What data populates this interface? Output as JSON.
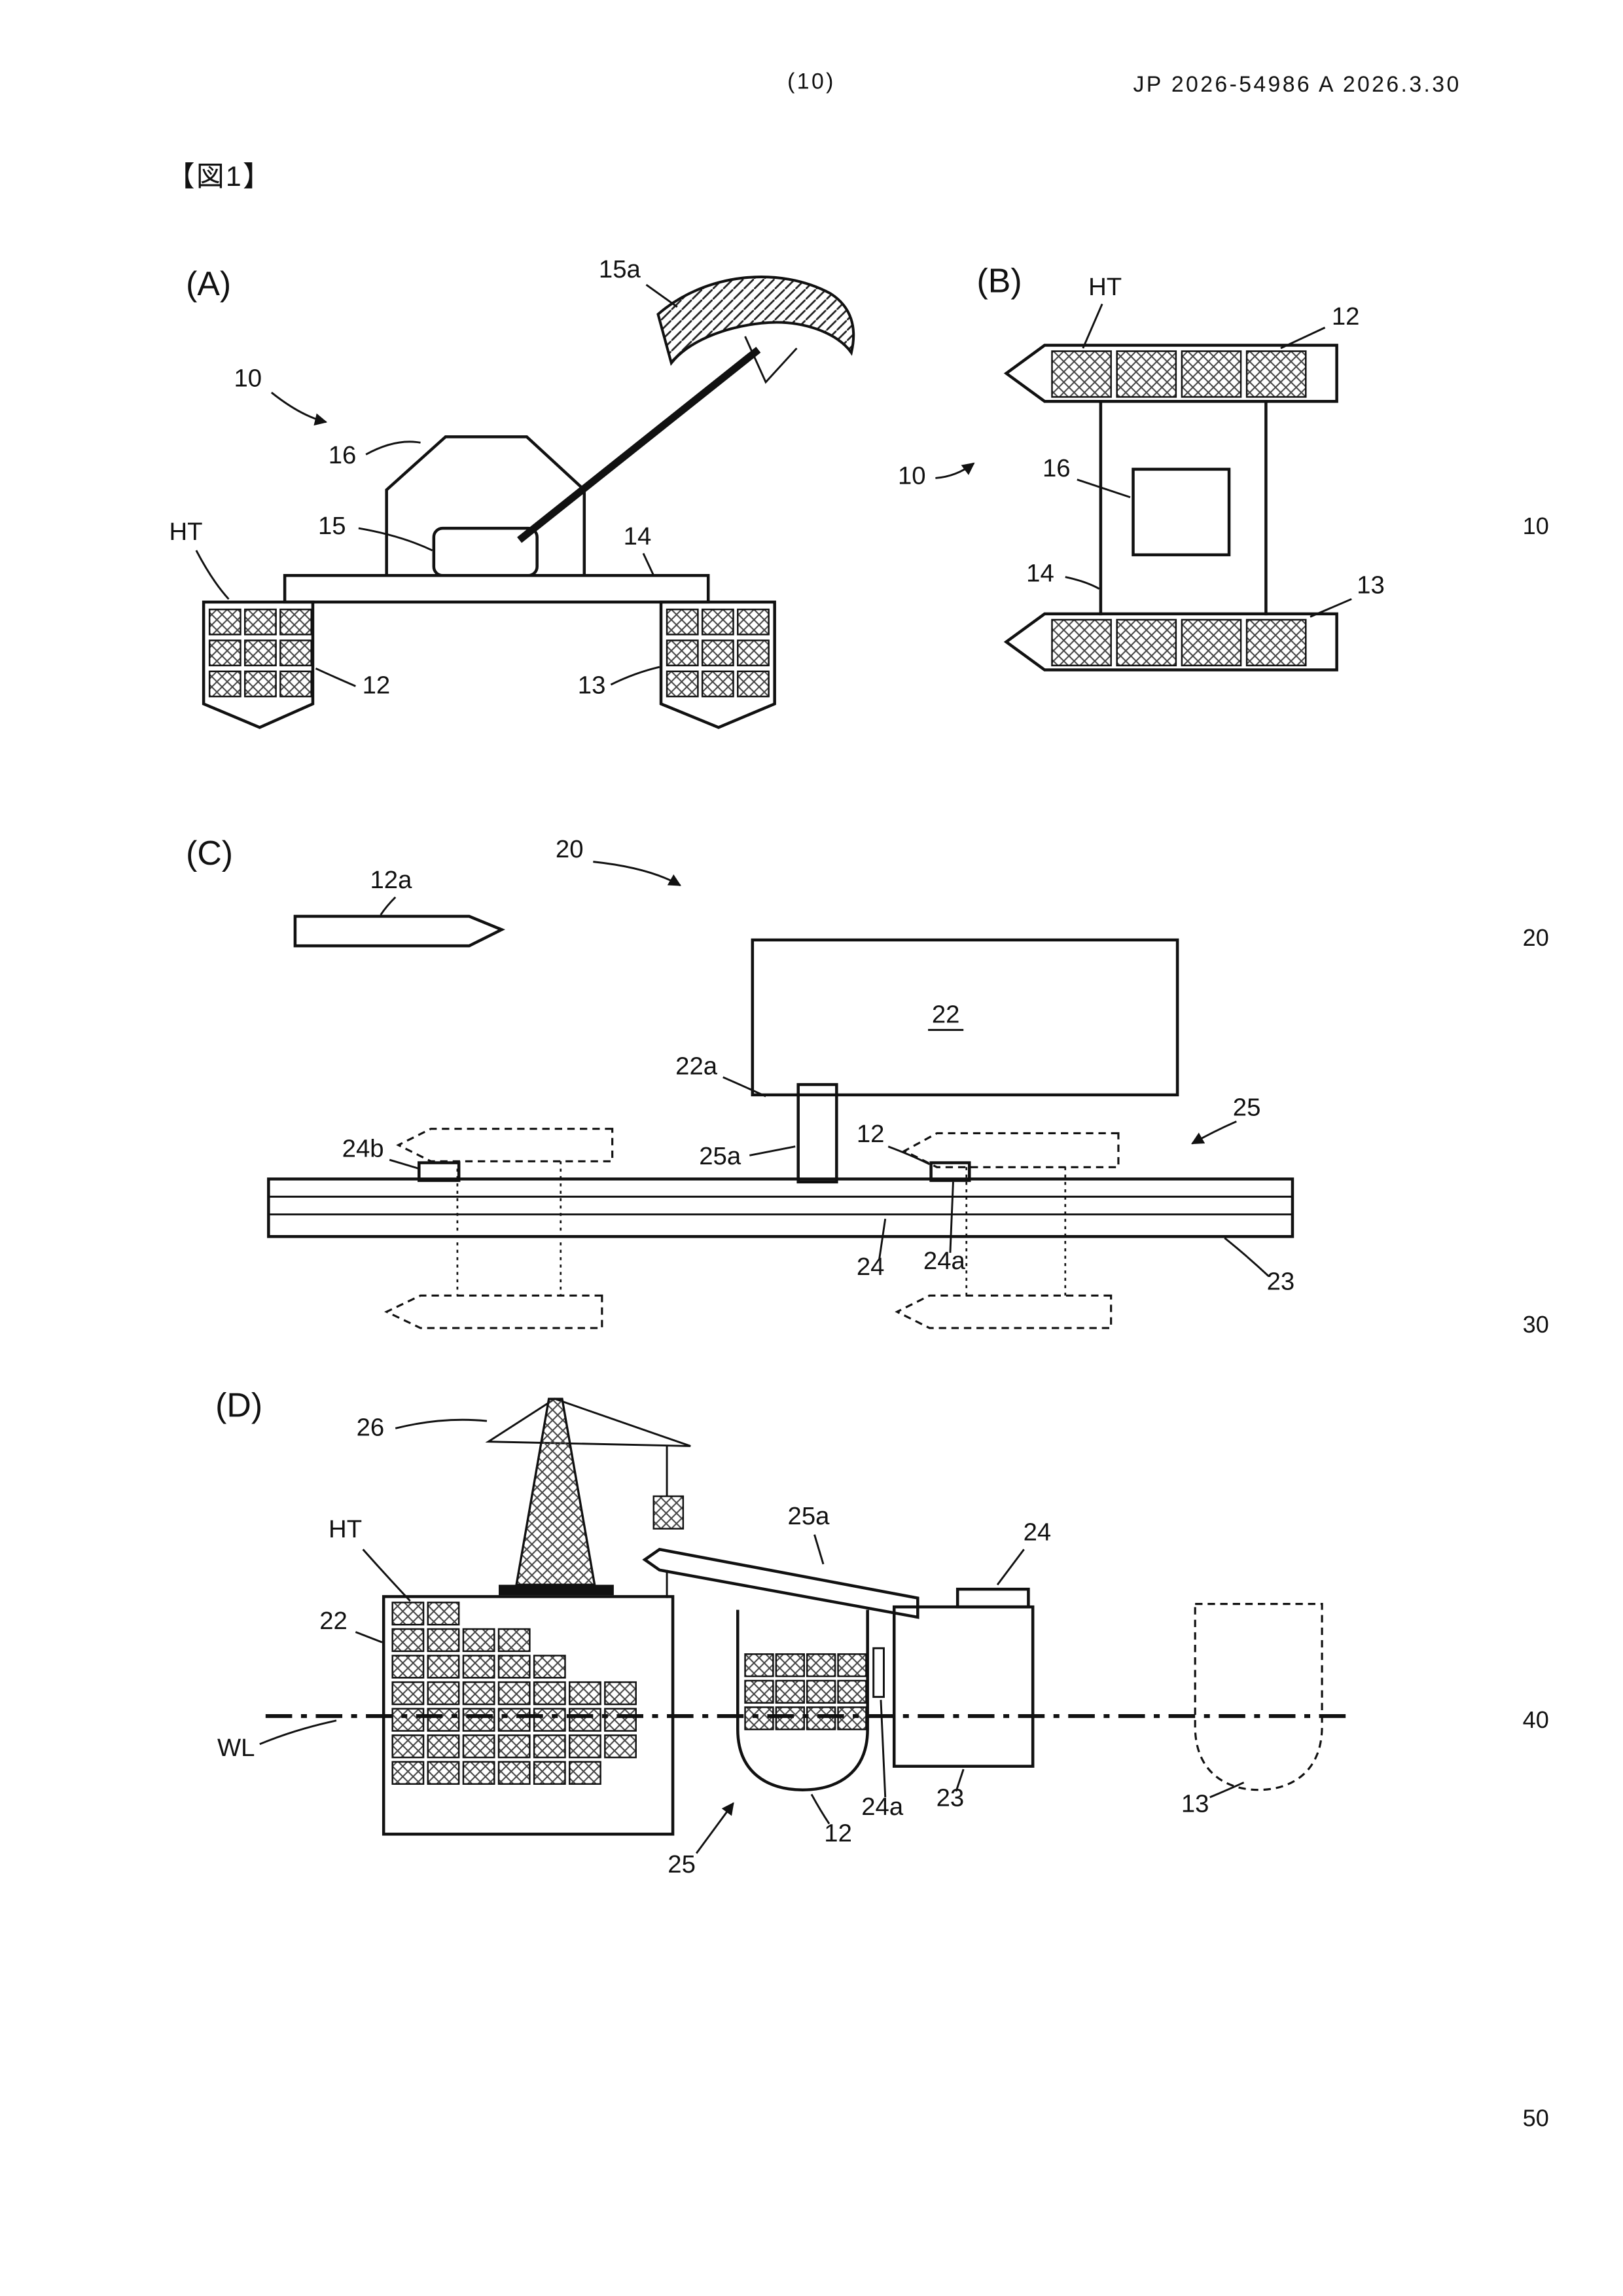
{
  "header": {
    "page_num": "(10)",
    "publication": "JP 2026-54986 A 2026.3.30"
  },
  "figure_caption": "【図1】",
  "margin": {
    "m10": "10",
    "m20": "20",
    "m30": "30",
    "m40": "40",
    "m50": "50"
  },
  "figA": {
    "title": "(A)",
    "l15a": "15a",
    "l10": "10",
    "l16": "16",
    "l15": "15",
    "lHT": "HT",
    "l14": "14",
    "l12": "12",
    "l13": "13"
  },
  "figB": {
    "title": "(B)",
    "lHT": "HT",
    "l12": "12",
    "l10": "10",
    "l16": "16",
    "l14": "14",
    "l13": "13"
  },
  "figC": {
    "title": "(C)",
    "l12a": "12a",
    "l20": "20",
    "l22": "22",
    "l22a": "22a",
    "l25a": "25a",
    "l12": "12",
    "l25": "25",
    "l24b": "24b",
    "l24": "24",
    "l24a": "24a",
    "l23": "23"
  },
  "figD": {
    "title": "(D)",
    "l26": "26",
    "lHT": "HT",
    "l22": "22",
    "l25a": "25a",
    "l24": "24",
    "lWL": "WL",
    "l25": "25",
    "l12": "12",
    "l24a": "24a",
    "l23": "23",
    "l13": "13"
  }
}
